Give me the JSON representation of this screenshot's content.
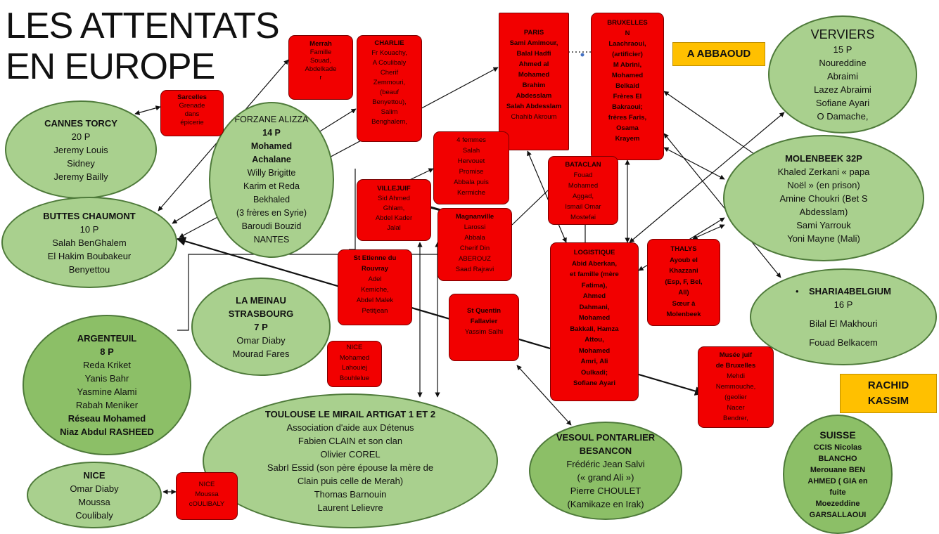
{
  "title": [
    "LES ATTENTATS",
    "EN EUROPE"
  ],
  "tags": {
    "abbaoud": "A ABBAOUD",
    "rachid": [
      "RACHID",
      "KASSIM"
    ]
  },
  "ellipses": {
    "cannes": [
      "CANNES TORCY",
      "20 P",
      "Jeremy Louis",
      "Sidney",
      "Jeremy Bailly"
    ],
    "forzane": [
      "FORZANE ALIZZA",
      "14 P",
      "Mohamed",
      "Achalane",
      "Willy Brigitte",
      "Karim et Reda",
      "Bekhaled",
      "(3 frères en Syrie)",
      "Baroudi Bouzid",
      "NANTES"
    ],
    "buttes": [
      "BUTTES CHAUMONT",
      "10 P",
      "Salah BenGhalem",
      "El Hakim Boubakeur",
      "Benyettou"
    ],
    "meinau": [
      "LA MEINAU",
      "STRASBOURG",
      "7 P",
      "Omar Diaby",
      "Mourad Fares"
    ],
    "argenteuil": [
      "ARGENTEUIL",
      "8 P",
      "Reda Kriket",
      "Yanis Bahr",
      "Yasmine Alami",
      "Rabah Meniker",
      "Réseau Mohamed",
      "Niaz Abdul RASHEED"
    ],
    "nice": [
      "NICE",
      "Omar Diaby",
      "Moussa",
      "Coulibaly"
    ],
    "toulouse": [
      "TOULOUSE LE MIRAIL ARTIGAT 1 ET 2",
      "Association d'aide aux Détenus",
      "Fabien CLAIN et son clan",
      "Olivier COREL",
      "SabrI Essid (son père épouse la mère de",
      "Clain puis celle de Merah)",
      "Thomas Barnouin",
      "Laurent Lelievre"
    ],
    "vesoul": [
      "VESOUL PONTARLIER",
      "BESANCON",
      "Frédéric  Jean Salvi",
      "(« grand Ali »)",
      "Pierre CHOULET",
      "(Kamikaze en Irak)"
    ],
    "verviers": [
      "VERVIERS",
      "15 P",
      "Noureddine",
      "Abraimi",
      "Lazez Abraimi",
      "Sofiane Ayari",
      "O Damache,"
    ],
    "molenbeek": [
      "MOLENBEEK 32P",
      "Khaled Zerkani « papa",
      "Noël » (en prison)",
      "Amine Choukri (Bet S",
      "Abdesslam)",
      "Sami Yarrouk",
      "Yoni Mayne (Mali)"
    ],
    "sharia": [
      "SHARIA4BELGIUM",
      "16 P",
      "Bilal El Makhouri",
      "Fouad Belkacem"
    ],
    "suisse": [
      "SUISSE",
      "CCIS Nicolas",
      "BLANCHO",
      "Merouane BEN",
      "AHMED ( GIA en",
      "fuite",
      "Moezeddine",
      "GARSALLAOUI"
    ]
  },
  "boxes": {
    "sarcelles": [
      "Sarcelles",
      "Grenade",
      "dans",
      "épicerie"
    ],
    "merrah": [
      "Merrah",
      "Famille",
      "Souad,",
      "Abdelkade",
      "r"
    ],
    "charlie": [
      "CHARLIE",
      "Fr Kouachy,",
      "A Coulibaly",
      "Cherif",
      "Zemmouri,",
      "(beauf",
      "Benyettou),",
      "Salim",
      "Benghalem,"
    ],
    "paris": [
      "PARIS",
      "Sami Amimour,",
      "Balal Hadfi",
      "Ahmed al",
      "Mohamed",
      "Brahim",
      "Abdesslam",
      "Salah Abdesslam",
      "Chahib Akroum"
    ],
    "bruxelles": [
      "BRUXELLES",
      "N",
      "Laachraoui,",
      "(artificier)",
      "M Abrini,",
      "Mohamed",
      "Belkaid",
      "Frères El",
      "Bakraoui;",
      "frères Faris,",
      "Osama",
      "Krayem"
    ],
    "femmes": [
      "4 femmes",
      "Salah",
      "Hervouet",
      "Promise",
      "Abbala puis",
      "Kermiche"
    ],
    "villejuif": [
      "VILLEJUIF",
      "Sid Ahmed",
      "Ghlam,",
      "Abdel Kader",
      "Jalal"
    ],
    "bataclan": [
      "BATACLAN",
      "Fouad",
      "Mohamed",
      "Aggad,",
      "Ismail Omar",
      "Mostefai"
    ],
    "magnanville": [
      "Magnanville",
      "Larossi",
      "Abbala",
      "Cherif Din",
      "ABEROUZ",
      "Saad Rajravi"
    ],
    "stetienne": [
      "St Etienne du",
      "Rouvray",
      "Adel",
      "Kemiche,",
      "Abdel Malek",
      "Petitjean"
    ],
    "stquentin": [
      "St Quentin",
      "Fallavier",
      "Yassim Salhi"
    ],
    "logistique": [
      "LOGISTIQUE",
      "Abid Aberkan,",
      "et famille (mère",
      "Fatima),",
      "Ahmed",
      "Dahmani,",
      "Mohamed",
      "Bakkali,  Hamza",
      "Attou,",
      "Mohamed",
      "Amri, Ali",
      "Oulkadi;",
      "Sofiane Ayari"
    ],
    "thalys": [
      "THALYS",
      "Ayoub el",
      "Khazzani",
      "(Esp, F, Bel,",
      "All)",
      "Sœur à",
      "Molenbeek"
    ],
    "nice_box": [
      "NICE",
      "Mohamed",
      "Lahouiej",
      "Bouhlelue"
    ],
    "musee": [
      "Musée juif",
      "de Bruxelles",
      "Mehdi",
      "Nemmouche,",
      "(geolier",
      "Nacer",
      "Bendrer,"
    ],
    "nice_coul": [
      "NICE",
      "Moussa",
      "cOULIBALY"
    ]
  }
}
